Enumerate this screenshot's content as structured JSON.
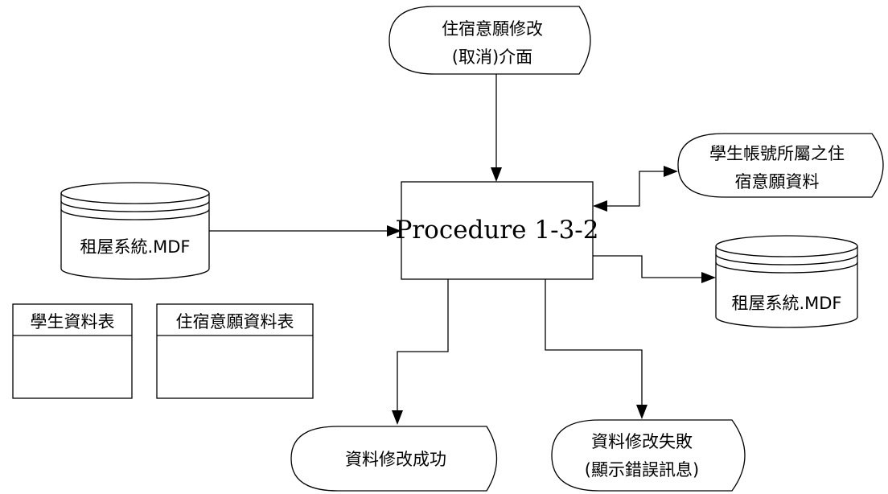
{
  "process": {
    "label": "Procedure 1-3-2"
  },
  "inputs": {
    "edit_interface": {
      "line1": "住宿意願修改",
      "line2": "(取消)介面"
    },
    "database_left": {
      "label": "租屋系統.MDF"
    }
  },
  "io": {
    "student_account_data": {
      "line1": "學生帳號所屬之住",
      "line2": "宿意願資料"
    }
  },
  "outputs": {
    "database_right": {
      "label": "租屋系統.MDF"
    },
    "success": {
      "label": "資料修改成功"
    },
    "failure": {
      "line1": "資料修改失敗",
      "line2": "(顯示錯誤訊息)"
    }
  },
  "tables": [
    {
      "name": "學生資料表"
    },
    {
      "name": "住宿意願資料表"
    }
  ]
}
